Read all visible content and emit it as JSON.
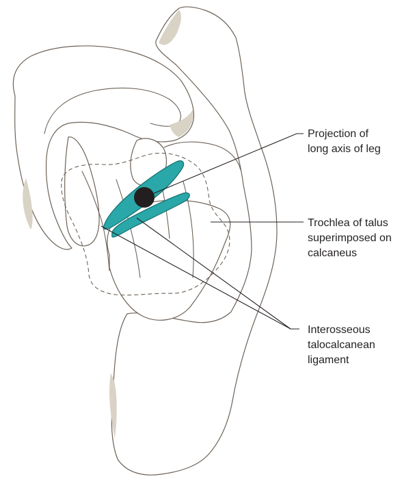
{
  "labels": {
    "projection_line1": "Projection of",
    "projection_line2": "long axis of leg",
    "trochlea_line1": "Trochlea of talus",
    "trochlea_line2": "superimposed on",
    "trochlea_line3": "calcaneus",
    "interosseous_line1": "Interosseous",
    "interosseous_line2": "talocalcanean",
    "interosseous_line3": "ligament"
  },
  "colors": {
    "bone_outline": "#6d6258",
    "bone_shade": "#d8d3c5",
    "ligament_fill": "#2aa7a8",
    "axis_point": "#231f20",
    "text": "#231f20"
  }
}
